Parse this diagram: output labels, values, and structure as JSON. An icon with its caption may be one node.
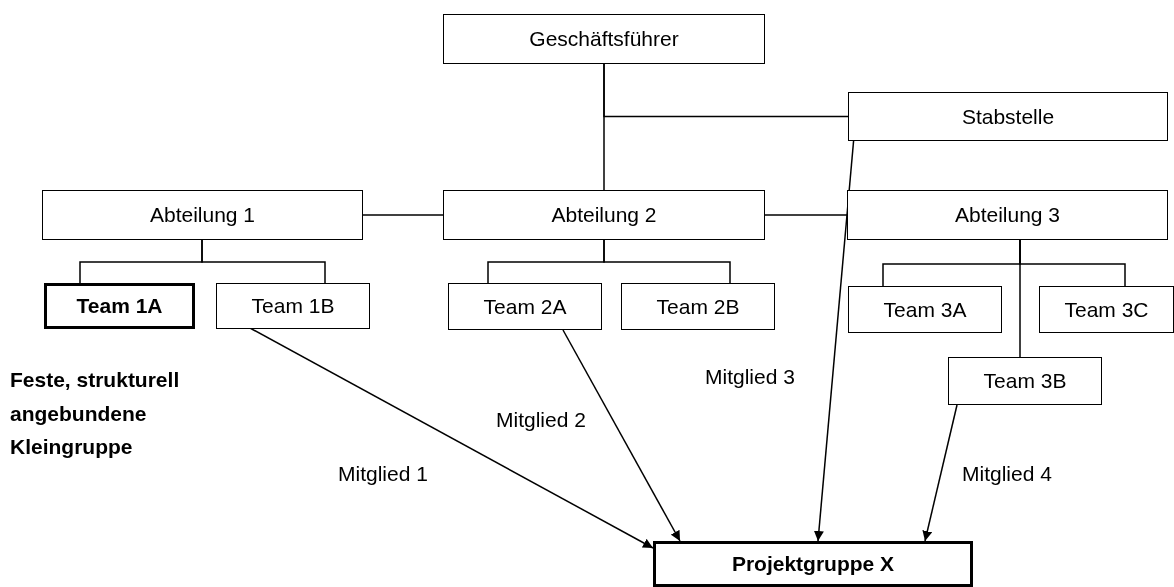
{
  "diagram": {
    "nodes": [
      {
        "text": [
          "Geschäftsführer"
        ]
      },
      {
        "text": [
          "Stabstelle"
        ]
      },
      {
        "text": [
          "Abteilung 1"
        ]
      },
      {
        "text": [
          "Abteilung 2"
        ]
      },
      {
        "text": [
          "Abteilung 3"
        ]
      },
      {
        "text": [
          "Team 1A"
        ]
      },
      {
        "text": [
          "Team 1B"
        ]
      },
      {
        "text": [
          "Team 2A"
        ]
      },
      {
        "text": [
          "Team 2B"
        ]
      },
      {
        "text": [
          "Team 3A"
        ]
      },
      {
        "text": [
          "Team 3C"
        ]
      },
      {
        "text": [
          "Team 3B"
        ]
      },
      {
        "text": [
          "Projektgruppe X"
        ]
      }
    ],
    "edges": [
      {
        "from": 0,
        "to": 1,
        "arrow": "none"
      },
      {
        "from": 0,
        "to": 3,
        "arrow": "none"
      },
      {
        "from": 2,
        "to": 3,
        "arrow": "none"
      },
      {
        "from": 3,
        "to": 4,
        "arrow": "none"
      },
      {
        "from": 2,
        "to": 5,
        "arrow": "none"
      },
      {
        "from": 2,
        "to": 6,
        "arrow": "none"
      },
      {
        "from": 3,
        "to": 7,
        "arrow": "none"
      },
      {
        "from": 3,
        "to": 8,
        "arrow": "none"
      },
      {
        "from": 4,
        "to": 9,
        "arrow": "none"
      },
      {
        "from": 4,
        "to": 10,
        "arrow": "none"
      },
      {
        "from": 4,
        "to": 11,
        "arrow": "none"
      },
      {
        "from": 6,
        "to": 12,
        "arrow": "to",
        "label": "Mitglied 1"
      },
      {
        "from": 7,
        "to": 12,
        "arrow": "to",
        "label": "Mitglied 2"
      },
      {
        "from": 1,
        "to": 12,
        "arrow": "to",
        "label": "Mitglied 3"
      },
      {
        "from": 11,
        "to": 12,
        "arrow": "to",
        "label": "Mitglied 4"
      }
    ],
    "labels": [
      "Feste, strukturell angebundene Kleingruppe"
    ]
  }
}
